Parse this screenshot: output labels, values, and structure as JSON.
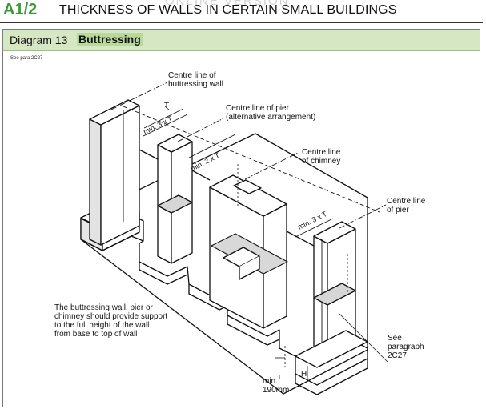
{
  "header": {
    "section_code": "A1/2",
    "section_title": "THICKNESS OF WALLS IN CERTAIN SMALL BUILDINGS",
    "watermark": "ONLINE VERSION"
  },
  "diagram": {
    "label": "Diagram 13",
    "name": "Buttressing",
    "see_para": "See para 2C27"
  },
  "labels": {
    "centre_buttressing_1": "Centre line of",
    "centre_buttressing_2": "buttressing wall",
    "centre_pier_alt_1": "Centre line of pier",
    "centre_pier_alt_2": "(alternative arrangement)",
    "centre_chimney_1": "Centre line",
    "centre_chimney_2": "of chimney",
    "centre_pier_1": "Centre line",
    "centre_pier_2": "of pier",
    "dim_t": "T",
    "dim_3t_a": "min. 3 x T",
    "dim_2t": "min. 2 x T",
    "dim_3t_b": "min. 3 x T",
    "dim_h": "H",
    "min_190_1": "min.",
    "min_190_2": "190mm",
    "see_paragraph_1": "See",
    "see_paragraph_2": "paragraph",
    "see_paragraph_3": "2C27",
    "support_note_1": "The buttressing wall, pier or",
    "support_note_2": "chimney should provide support",
    "support_note_3": "to the full height of the wall",
    "support_note_4": "from base to top of wall"
  }
}
